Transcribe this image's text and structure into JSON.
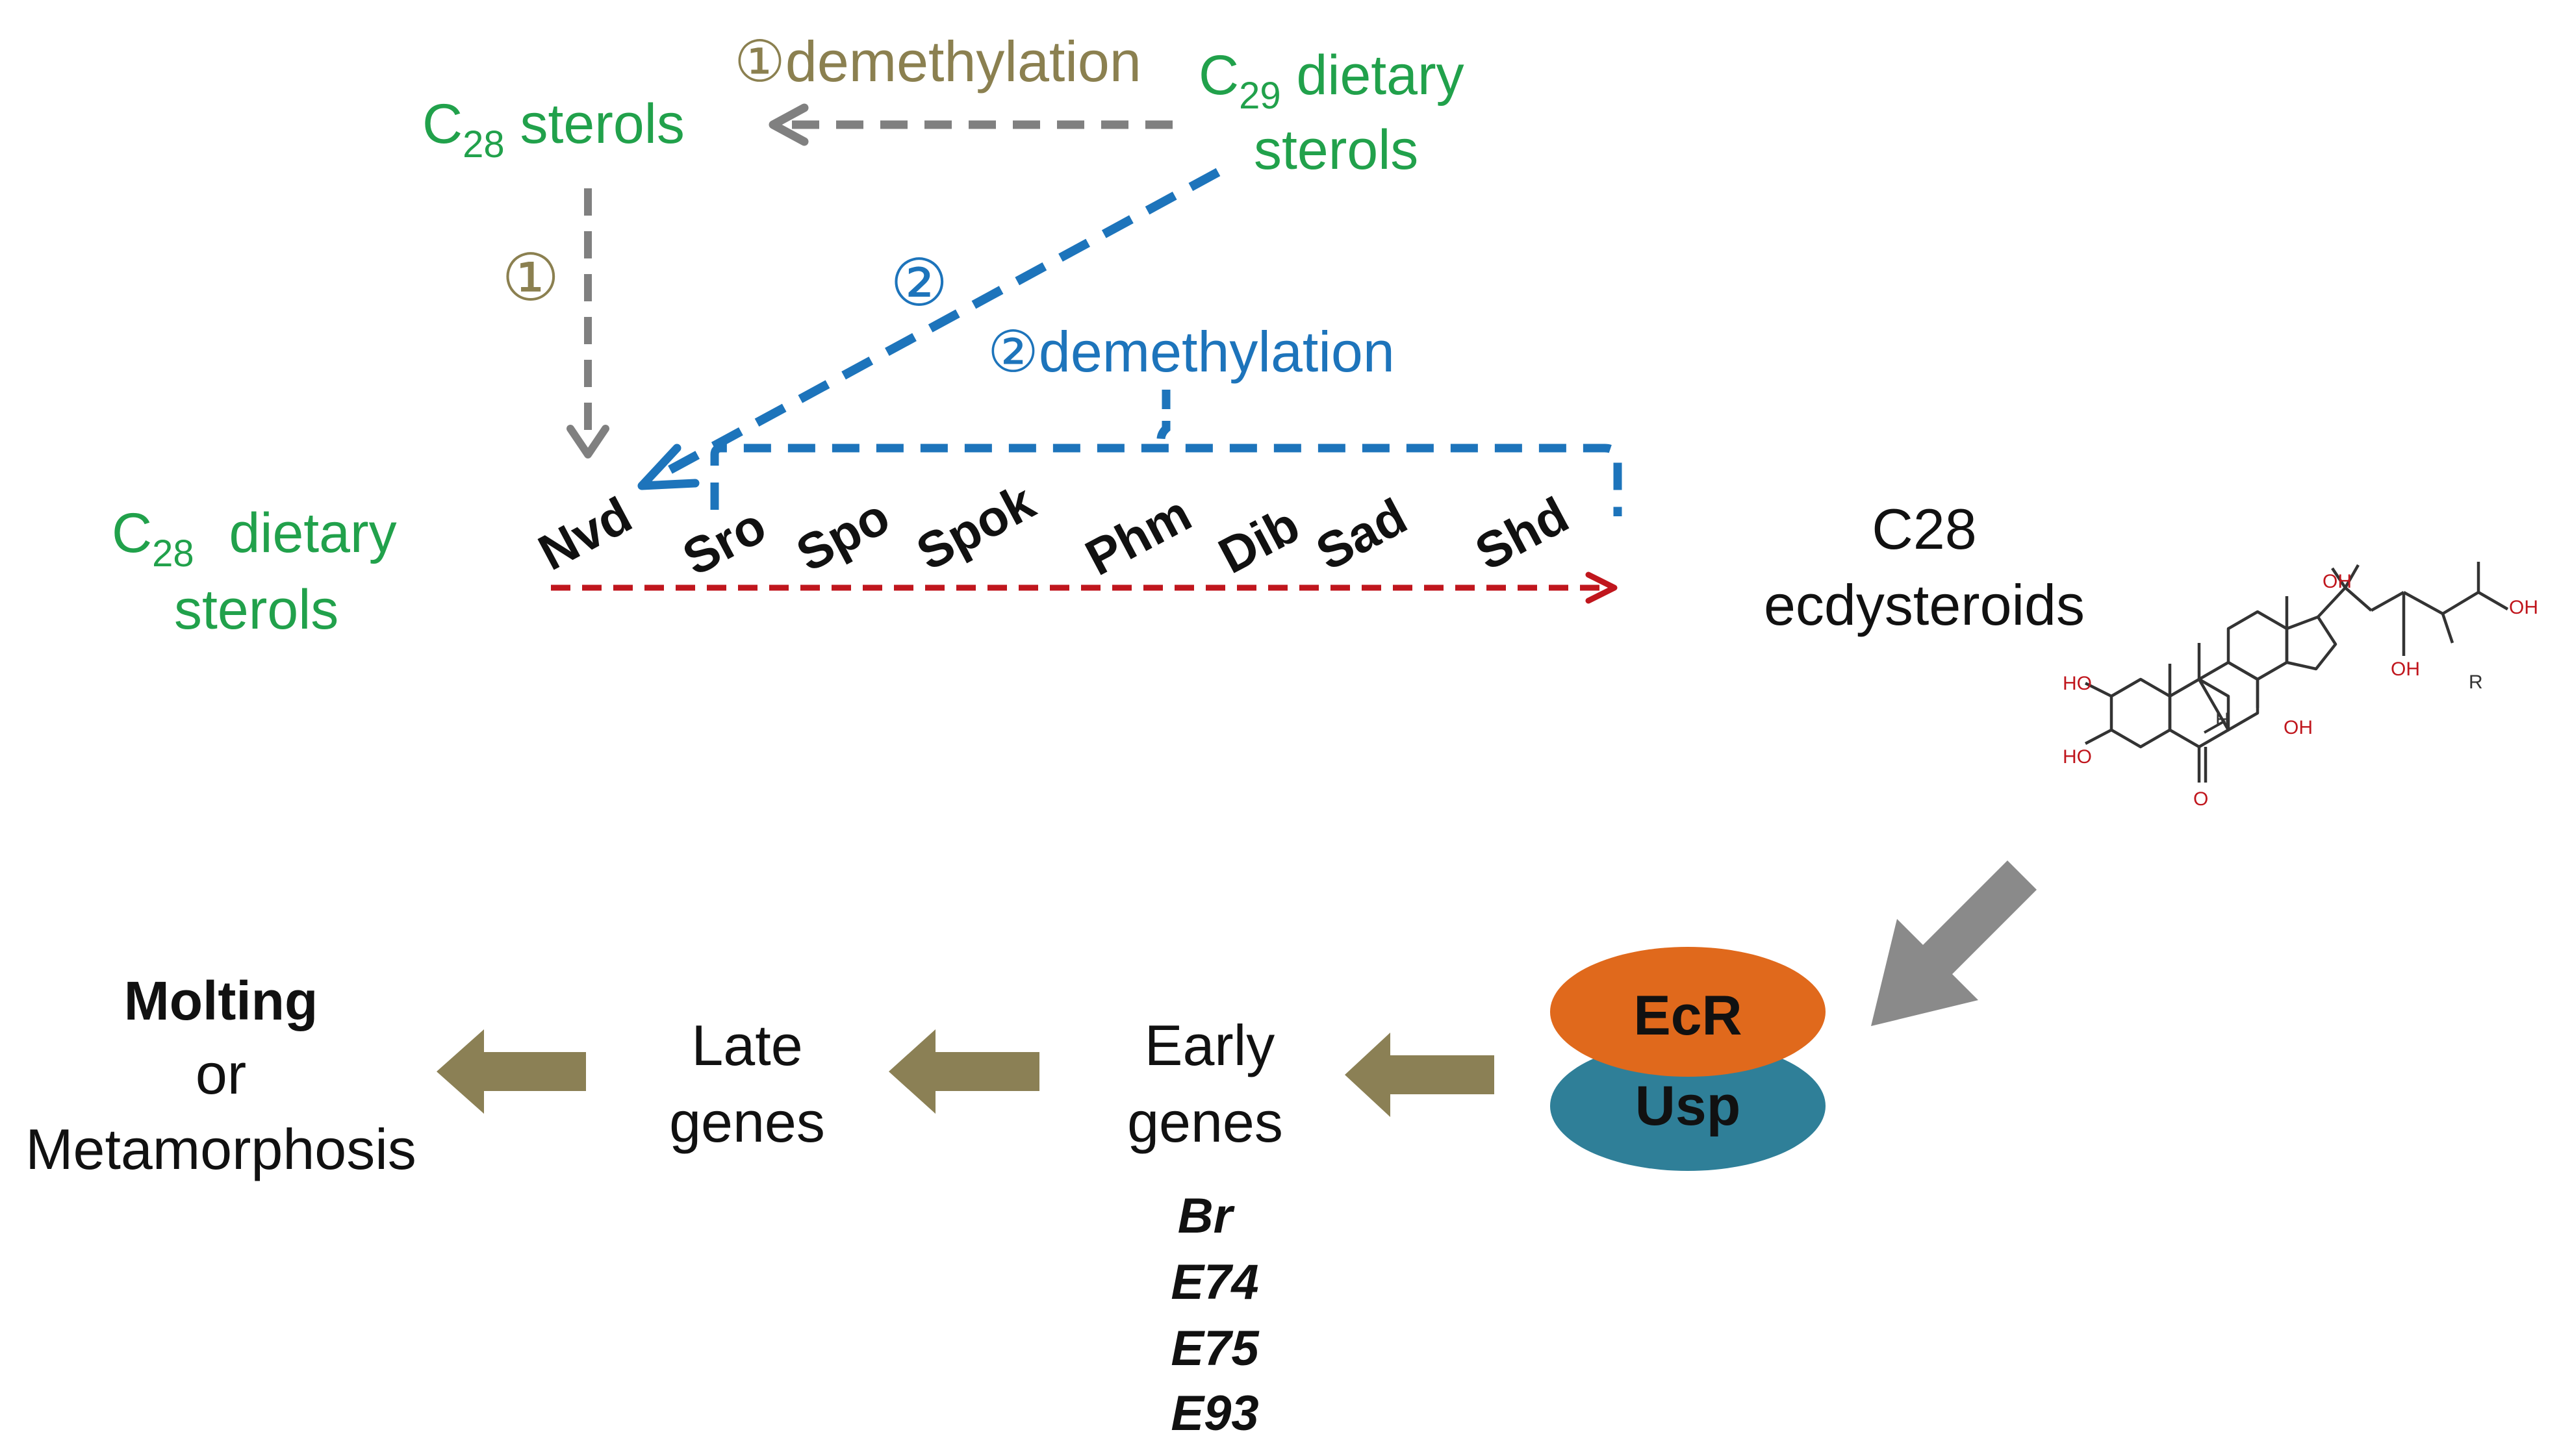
{
  "colors": {
    "green_text": "#21a14b",
    "olive_text": "#8b8050",
    "blue_text": "#1d74bb",
    "gray_arrow": "#808080",
    "blue_arrow": "#1d74bb",
    "red_arrow": "#c0161d",
    "olive_arrow": "#8b8055",
    "ecr_fill": "#e0691c",
    "usp_fill": "#2f7f98",
    "big_arrow": "#8a8a8a"
  },
  "sterols": {
    "c28_sterols": {
      "c": "C",
      "sub": "28",
      "rest": " sterols"
    },
    "c29_dietary": {
      "c": "C",
      "sub": "29",
      "rest": " dietary",
      "line2": "sterols"
    },
    "c28_dietary": {
      "c": "C",
      "sub": "28",
      "rest": " dietary",
      "line2": "sterols"
    }
  },
  "pathway": {
    "step1_marker": "①",
    "step1_demethylation": "①demethylation",
    "step2_marker": "②",
    "step2_demethylation": "②demethylation",
    "enzymes": [
      "Nvd",
      "Sro",
      "Spo",
      "Spok",
      "Phm",
      "Dib",
      "Sad",
      "Shd"
    ]
  },
  "product": {
    "line1": "C28",
    "line2": "ecdysteroids"
  },
  "molecule_labels": {
    "ho_upper": "HO",
    "ho_lower": "HO",
    "h": "H",
    "oh_14": "OH",
    "oh_20": "OH",
    "oh_22": "OH",
    "oh_25": "OH",
    "r_group": "R",
    "o_keto": "O"
  },
  "receptor": {
    "ecr": "EcR",
    "usp": "Usp"
  },
  "genes": {
    "early_line1": "Early",
    "early_line2": "genes",
    "early_list": [
      "Br",
      "E74",
      "E75",
      "E93"
    ],
    "late_line1": "Late",
    "late_line2": "genes"
  },
  "outcome": {
    "line1": "Molting",
    "line2": "or",
    "line3": "Metamorphosis"
  }
}
